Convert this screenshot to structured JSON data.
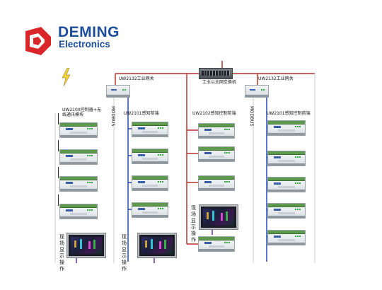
{
  "brand": {
    "name": "DEMING",
    "subtitle": "Electronics",
    "colors": {
      "mark": "#d9262b",
      "text": "#1d4e9c"
    }
  },
  "diagram": {
    "switch_label": "工业以太网交换机",
    "gateway_label_left": "UW2132工业网关",
    "gateway_label_right": "UW2132工业网关",
    "wireless_controller_label": "UW210X控制器+无线通讯模块",
    "modbus_left": "MODBUS",
    "modbus_right": "MODBUS",
    "sensing_frontend_left": "UW2101感知前端",
    "control_frontend_mid": "UW2102感知控制前端",
    "sensing_frontend_right": "UW2101感知控制前端",
    "onsite_ops_1": "现场显示操作",
    "onsite_ops_2": "现场显示操作",
    "onsite_ops_3": "现场显示操作",
    "line_colors": {
      "ethernet": "#b5332e",
      "modbus": "#2a4bb3",
      "panel_link": "#6b2a8f"
    },
    "icons": [
      "lightning-icon",
      "antenna-icon",
      "plc-module-icon",
      "touch-panel-icon",
      "switch-icon",
      "gateway-icon"
    ]
  }
}
